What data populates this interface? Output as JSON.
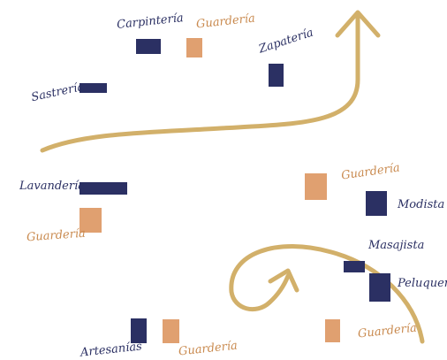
{
  "colors": {
    "navy": "#2b3063",
    "tan": "#e0a070",
    "tan_text": "#c98a4f",
    "arrow": "#d2b06a"
  },
  "map": {
    "labels": {
      "carpinteria": "Carpintería",
      "guarderia_top": "Guardería",
      "zapateria": "Zapatería",
      "sastreria": "Sastrería",
      "lavanderia": "Lavandería",
      "guarderia_left": "Guardería",
      "guarderia_right": "Guardería",
      "modista": "Modista",
      "masajista": "Masajista",
      "peluqueria": "Peluquer",
      "artesanias": "Artesanías",
      "guarderia_bottom": "Guardería",
      "guarderia_bottom_right": "Guardería"
    },
    "icons": {
      "arrow_top": "curved-arrow-up-icon",
      "arrow_spiral": "spiral-arrow-icon"
    }
  }
}
